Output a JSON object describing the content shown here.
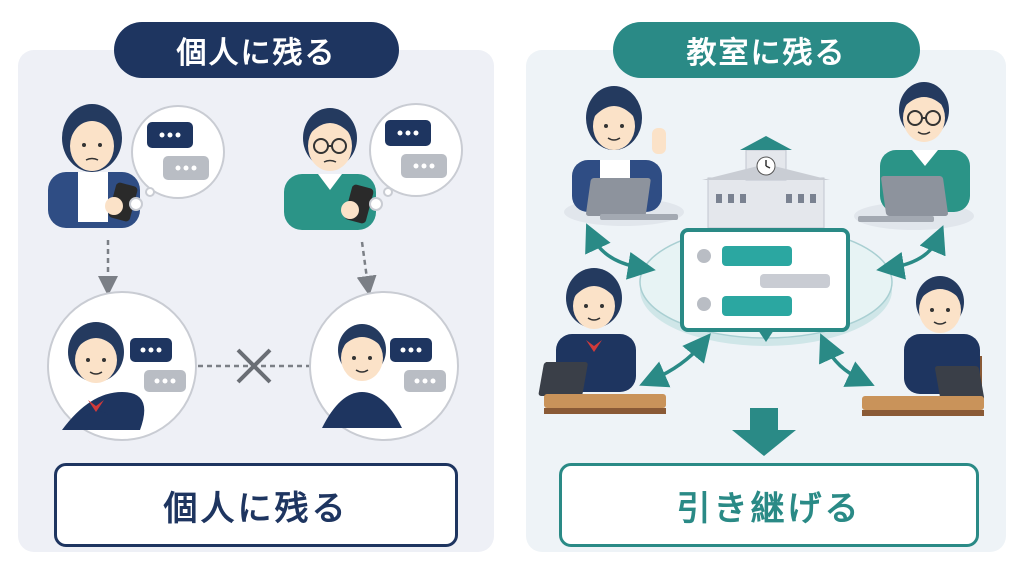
{
  "left_panel": {
    "heading": "個人に残る",
    "result": "個人に残る"
  },
  "right_panel": {
    "heading": "教室に残る",
    "result": "引き継げる"
  },
  "colors": {
    "navy": "#1e3560",
    "teal": "#2a8a86",
    "orange_accent": "#f08a24",
    "bubble_gray": "#b9bdc4"
  }
}
